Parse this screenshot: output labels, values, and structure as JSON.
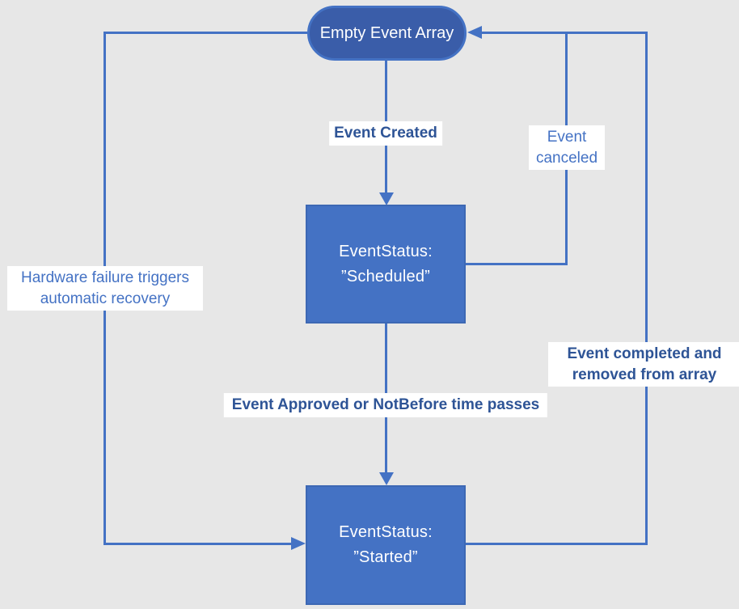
{
  "colors": {
    "background": "#e7e7e7",
    "accent_line": "#4472c4",
    "oval_fill": "#3a5da9",
    "rect_fill": "#4472c4",
    "label_bold_text": "#2e5496",
    "label_regular_text": "#4472c4",
    "shape_text": "#ffffff",
    "label_background": "#ffffff"
  },
  "nodes": {
    "empty_event_array": {
      "label": "Empty Event Array"
    },
    "scheduled": {
      "line1": "EventStatus:",
      "line2": "”Scheduled”"
    },
    "started": {
      "line1": "EventStatus:",
      "line2": "”Started”"
    }
  },
  "edge_labels": {
    "event_created": "Event Created",
    "event_canceled": "Event canceled",
    "hardware_failure": "Hardware failure triggers automatic recovery",
    "event_completed": "Event completed and removed from array",
    "event_approved": "Event Approved or NotBefore time passes"
  }
}
